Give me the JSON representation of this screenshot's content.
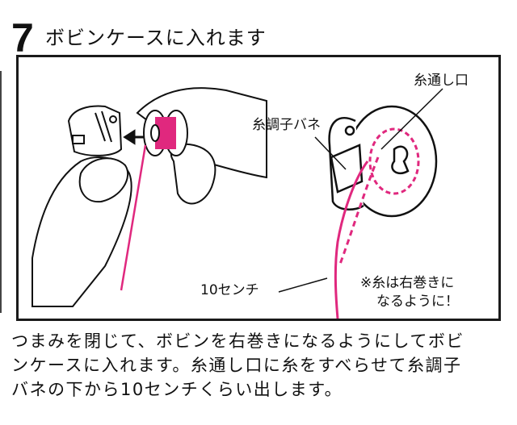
{
  "step": {
    "number": "7",
    "title": "ボビンケースに入れます"
  },
  "figure": {
    "labels": {
      "tension_spring": "糸調子バネ",
      "thread_slot": "糸通し口",
      "length": "10センチ",
      "note_line1": "※糸は右巻きに",
      "note_line2": "なるように！"
    },
    "thread_color": "#e0287e"
  },
  "body": {
    "line1": "つまみを閉じて、ボビンを右巻きになるようにしてボビ",
    "line2": "ンケースに入れます。糸通し口に糸をすべらせて糸調子",
    "line3": "バネの下から10センチくらい出します。"
  }
}
